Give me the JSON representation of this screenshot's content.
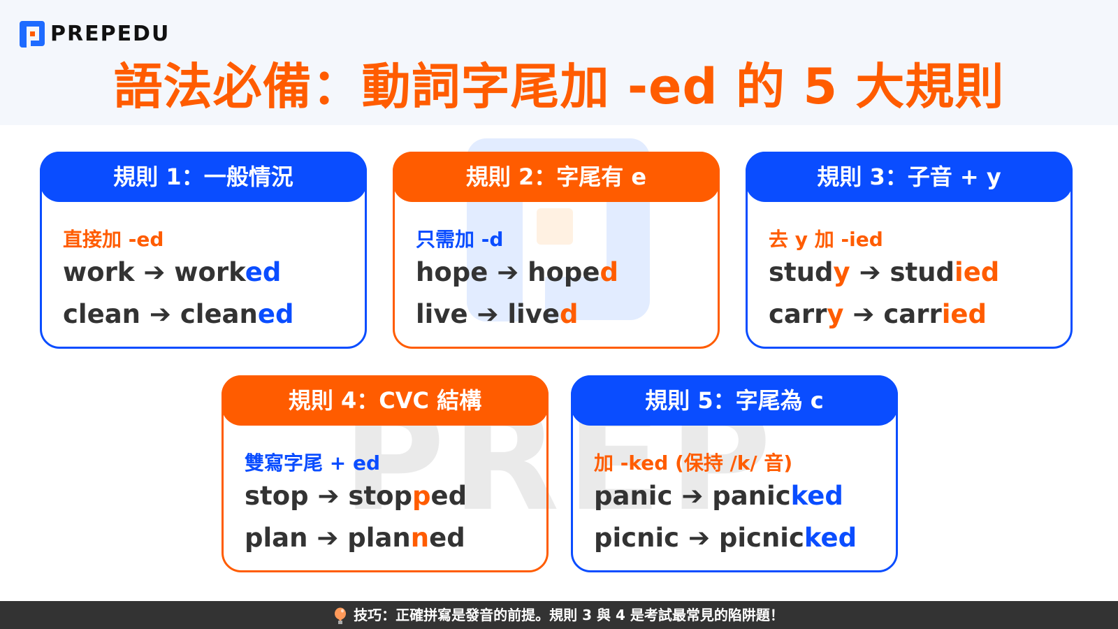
{
  "brand": {
    "name": "PREPEDU",
    "watermark": "PREP"
  },
  "title": "語法必備：動詞字尾加 -ed 的 5 大規則",
  "colors": {
    "blue": "#0a4dff",
    "orange": "#ff5c00",
    "text": "#333333",
    "footer_bg": "#333333",
    "header_bg": "#f4f7fc"
  },
  "rules": [
    {
      "heading": "規則 1：一般情況",
      "theme": "blue",
      "instruction": "直接加 -ed",
      "examples": [
        {
          "base": "work",
          "arrow": "➔",
          "stem": "work",
          "suffix": "ed"
        },
        {
          "base": "clean",
          "arrow": "➔",
          "stem": "clean",
          "suffix": "ed"
        }
      ]
    },
    {
      "heading": "規則 2：字尾有 e",
      "theme": "orange",
      "instruction": "只需加 -d",
      "examples": [
        {
          "base": "hope",
          "arrow": "➔",
          "stem": "hope",
          "suffix": "d"
        },
        {
          "base": "live",
          "arrow": "➔",
          "stem": "live",
          "suffix": "d"
        }
      ]
    },
    {
      "heading": "規則 3：子音 + y",
      "theme": "blue",
      "instruction": "去 y 加 -ied",
      "examples": [
        {
          "base_stem": "stud",
          "base_hl": "y",
          "arrow": "➔",
          "stem": "stud",
          "suffix": "ied"
        },
        {
          "base_stem": "carr",
          "base_hl": "y",
          "arrow": "➔",
          "stem": "carr",
          "suffix": "ied"
        }
      ]
    },
    {
      "heading": "規則 4：CVC 結構",
      "theme": "orange",
      "instruction_main": "雙寫字尾",
      "instruction_tail": "+ ed",
      "examples": [
        {
          "base": "stop",
          "arrow": "➔",
          "stem": "stop",
          "double": "p",
          "suffix": "ed"
        },
        {
          "base": "plan",
          "arrow": "➔",
          "stem": "plan",
          "double": "n",
          "suffix": "ed"
        }
      ]
    },
    {
      "heading": "規則 5：字尾為 c",
      "theme": "blue",
      "instruction": "加 -ked (保持 /k/ 音)",
      "examples": [
        {
          "base": "panic",
          "arrow": "➔",
          "stem": "panic",
          "suffix": "ked"
        },
        {
          "base": "picnic",
          "arrow": "➔",
          "stem": "picnic",
          "suffix": "ked"
        }
      ]
    }
  ],
  "footer": {
    "icon": "lightbulb-icon",
    "text": "技巧：正確拼寫是發音的前提。規則 3 與 4 是考試最常見的陷阱題！"
  }
}
